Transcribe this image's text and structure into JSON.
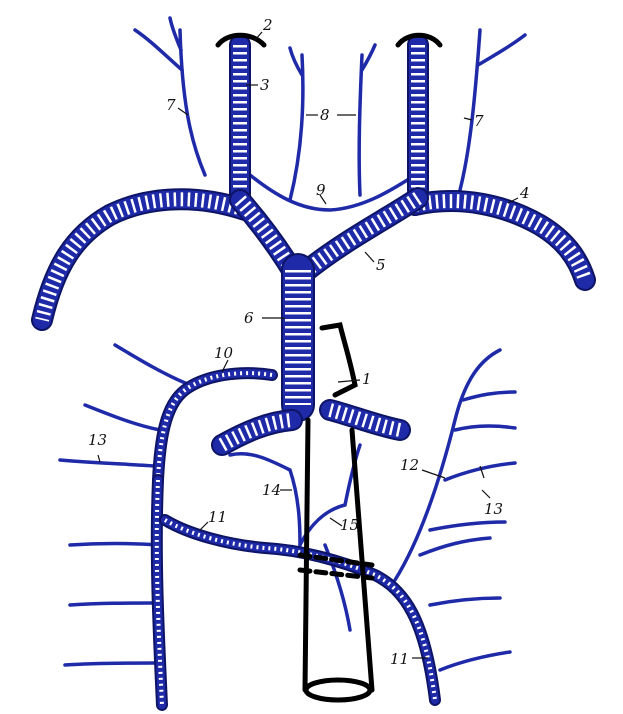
{
  "colors": {
    "vein": "#1f2aa8",
    "outline": "#0d1466",
    "stripe": "#ffffff",
    "artery": "#000000",
    "label": "#111111"
  },
  "labels": [
    "1",
    "2",
    "3",
    "4",
    "5",
    "6",
    "7",
    "7",
    "8",
    "9",
    "10",
    "11",
    "11",
    "12",
    "13",
    "13",
    "14",
    "15"
  ]
}
